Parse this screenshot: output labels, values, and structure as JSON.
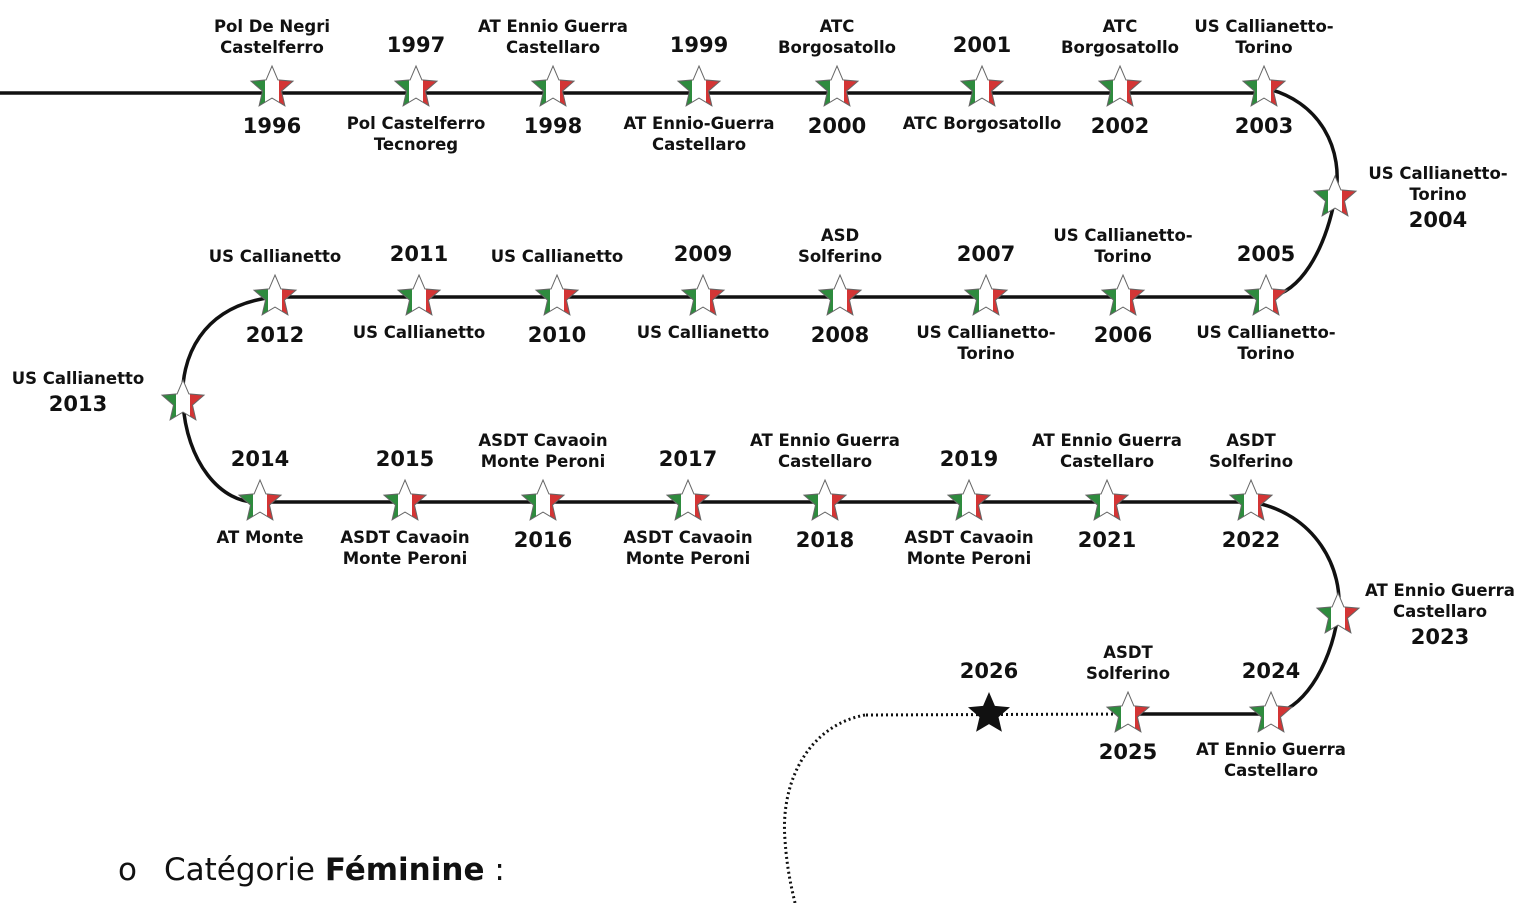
{
  "colors": {
    "green": "#2e8b3e",
    "white": "#ffffff",
    "red": "#d33535",
    "line": "#111111",
    "future_star": "#111111"
  },
  "timeline": [
    {
      "year": "1996",
      "club": "Pol De Negri\nCastelferro",
      "layout": "club-above-year-below"
    },
    {
      "year": "1997",
      "club": "Pol Castelferro\nTecnoreg",
      "layout": "year-above-club-below"
    },
    {
      "year": "1998",
      "club": "AT Ennio Guerra\nCastellaro",
      "layout": "club-above-year-below"
    },
    {
      "year": "1999",
      "club": "AT Ennio-Guerra\nCastellaro",
      "layout": "year-above-club-below"
    },
    {
      "year": "2000",
      "club": "ATC\nBorgosatollo",
      "layout": "club-above-year-below"
    },
    {
      "year": "2001",
      "club": "ATC Borgosatollo",
      "layout": "year-above-club-below"
    },
    {
      "year": "2002",
      "club": "ATC\nBorgosatollo",
      "layout": "club-above-year-below"
    },
    {
      "year": "2003",
      "club": "US Callianetto-\nTorino",
      "layout": "club-above-year-below"
    },
    {
      "year": "2004",
      "club": "US Callianetto-\nTorino",
      "layout": "side"
    },
    {
      "year": "2005",
      "club": "US Callianetto-\nTorino",
      "layout": "year-above-club-below"
    },
    {
      "year": "2006",
      "club": "US Callianetto-\nTorino",
      "layout": "club-above-year-below"
    },
    {
      "year": "2007",
      "club": "US Callianetto-\nTorino",
      "layout": "year-above-club-below"
    },
    {
      "year": "2008",
      "club": "ASD\nSolferino",
      "layout": "club-above-year-below"
    },
    {
      "year": "2009",
      "club": "US Callianetto",
      "layout": "year-above-club-below"
    },
    {
      "year": "2010",
      "club": "US Callianetto",
      "layout": "club-above-year-below"
    },
    {
      "year": "2011",
      "club": "US Callianetto",
      "layout": "year-above-club-below"
    },
    {
      "year": "2012",
      "club": "US Callianetto",
      "layout": "club-above-year-below"
    },
    {
      "year": "2013",
      "club": "US Callianetto",
      "layout": "side"
    },
    {
      "year": "2014",
      "club": "AT Monte",
      "layout": "year-above-club-below"
    },
    {
      "year": "2015",
      "club": "ASDT Cavaoin\nMonte Peroni",
      "layout": "year-above-club-below"
    },
    {
      "year": "2016",
      "club": "ASDT Cavaoin\nMonte Peroni",
      "layout": "club-above-year-below"
    },
    {
      "year": "2017",
      "club": "ASDT Cavaoin\nMonte Peroni",
      "layout": "year-above-club-below"
    },
    {
      "year": "2018",
      "club": "AT Ennio Guerra\nCastellaro",
      "layout": "club-above-year-below"
    },
    {
      "year": "2019",
      "club": "ASDT Cavaoin\nMonte Peroni",
      "layout": "year-above-club-below"
    },
    {
      "year": "2021",
      "club": "AT Ennio Guerra\nCastellaro",
      "layout": "club-above-year-below"
    },
    {
      "year": "2022",
      "club": "ASDT\nSolferino",
      "layout": "club-above-year-below"
    },
    {
      "year": "2023",
      "club": "AT Ennio Guerra\nCastellaro",
      "layout": "side"
    },
    {
      "year": "2024",
      "club": "AT Ennio Guerra\nCastellaro",
      "layout": "year-above-club-below"
    },
    {
      "year": "2025",
      "club": "ASDT\nSolferino",
      "layout": "club-above-year-below"
    },
    {
      "year": "2026",
      "club": "",
      "layout": "year-above",
      "future": true
    }
  ],
  "footer": {
    "bullet": "o",
    "prefix": "Catégorie ",
    "bold": "Féminine",
    "suffix": " :"
  }
}
